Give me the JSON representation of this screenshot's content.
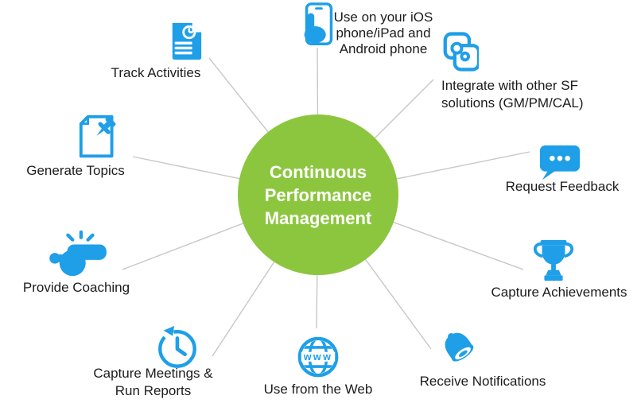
{
  "diagram": {
    "center": {
      "title_lines": [
        "Continuous",
        "Performance",
        "Management"
      ]
    },
    "colors": {
      "accent_green": "#8CC63F",
      "accent_blue": "#1E9FE8",
      "line_gray": "#c7c7c7",
      "label_text": "#1c1c1c",
      "center_text": "#ffffff"
    },
    "nodes": [
      {
        "id": "track-activities",
        "label": "Track Activities",
        "icon": "document-clock-icon"
      },
      {
        "id": "mobile-use",
        "lines": [
          "Use on your iOS",
          "phone/iPad and",
          "Android phone"
        ],
        "icon": "touch-phone-icon"
      },
      {
        "id": "integrate-sf",
        "lines": [
          "Integrate with other SF",
          "solutions (GM/PM/CAL)"
        ],
        "icon": "integration-squares-icon"
      },
      {
        "id": "request-feedback",
        "label": "Request Feedback",
        "icon": "chat-bubble-icon"
      },
      {
        "id": "capture-achievements",
        "label": "Capture Achievements",
        "icon": "trophy-icon"
      },
      {
        "id": "receive-notifications",
        "label": "Receive Notifications",
        "icon": "bell-icon"
      },
      {
        "id": "use-from-web",
        "label": "Use from the Web",
        "icon": "globe-www-icon",
        "icon_text": "www"
      },
      {
        "id": "capture-meetings",
        "lines": [
          "Capture Meetings &",
          "Run Reports"
        ],
        "icon": "clock-history-icon"
      },
      {
        "id": "provide-coaching",
        "label": "Provide Coaching",
        "icon": "whistle-icon"
      },
      {
        "id": "generate-topics",
        "label": "Generate Topics",
        "icon": "pinned-note-icon"
      }
    ]
  }
}
